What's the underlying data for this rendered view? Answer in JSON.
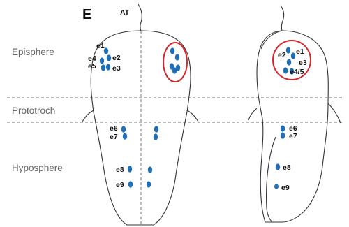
{
  "panel_letter": "E",
  "axis_label": "AT",
  "regions": {
    "episphere": "Episphere",
    "prototroch": "Prototroch",
    "hyposphere": "Hyposphere"
  },
  "left_larva_labels": {
    "e1": "e1",
    "e2": "e2",
    "e3": "e3",
    "e4": "e4",
    "e5": "e5",
    "e6": "e6",
    "e7": "e7",
    "e8": "e8",
    "e9": "e9"
  },
  "right_larva_labels": {
    "e1": "e1",
    "e2": "e2",
    "e3": "e3",
    "e45": "e4/5",
    "e6": "e6",
    "e7": "e7",
    "e8": "e8",
    "e9": "e9"
  },
  "colors": {
    "cell": "#1f6fb8",
    "highlight": "#d7262b",
    "outline": "#333333"
  }
}
